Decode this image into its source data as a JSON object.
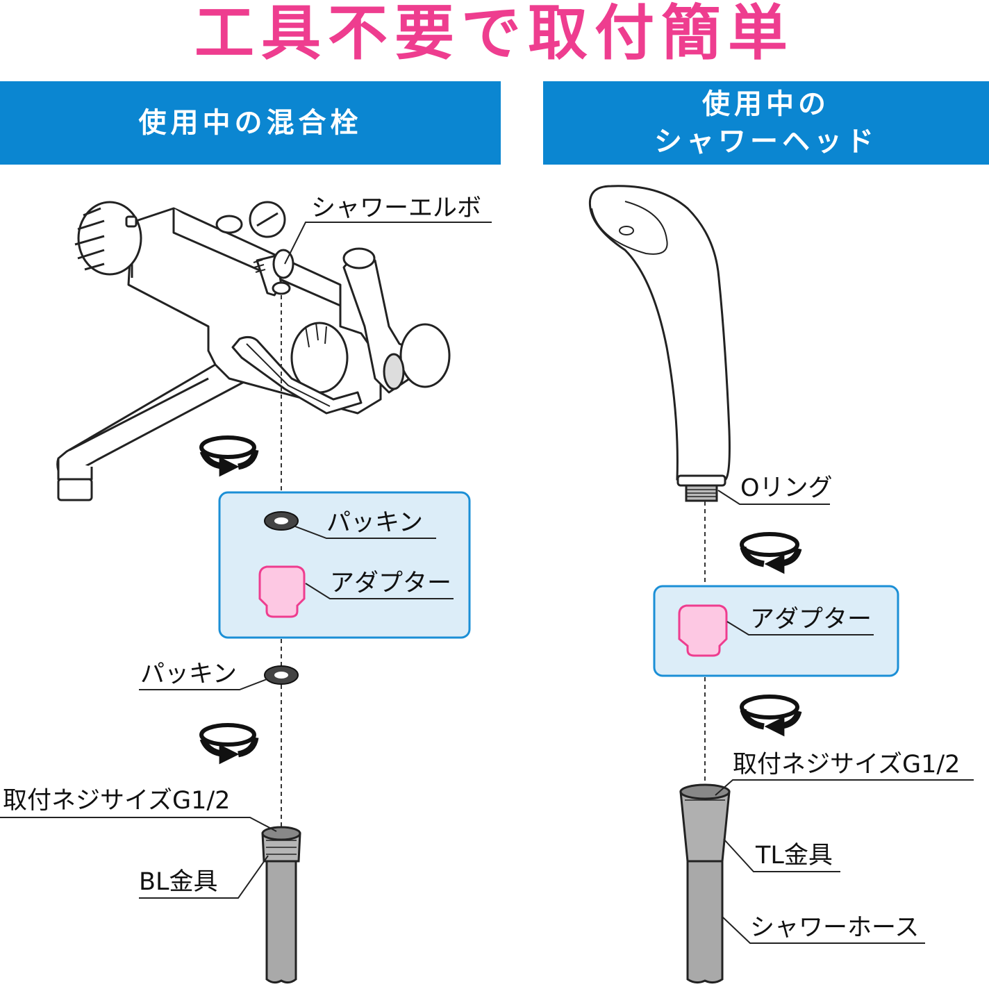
{
  "title": "工具不要で取付簡単",
  "left_panel": {
    "banner": "使用中の混合栓",
    "labels": {
      "shower_elbow": "シャワーエルボ",
      "packing_top": "パッキン",
      "adapter": "アダプター",
      "packing_bottom": "パッキン",
      "thread_size": "取付ネジサイズG1/2",
      "fitting": "BL金具"
    }
  },
  "right_panel": {
    "banner_line1": "使用中の",
    "banner_line2": "シャワーヘッド",
    "labels": {
      "o_ring": "Oリング",
      "adapter": "アダプター",
      "thread_size": "取付ネジサイズG1/2",
      "fitting": "TL金具",
      "hose": "シャワーホース"
    }
  },
  "colors": {
    "title": "#ee3d8f",
    "banner": "#0b86d1",
    "adapter_box_fill": "#dcedf8",
    "adapter_box_stroke": "#1b8fd6",
    "adapter_fill": "#fdc8e3",
    "adapter_stroke": "#ee3d8f",
    "metal": "#a9a9a9"
  }
}
